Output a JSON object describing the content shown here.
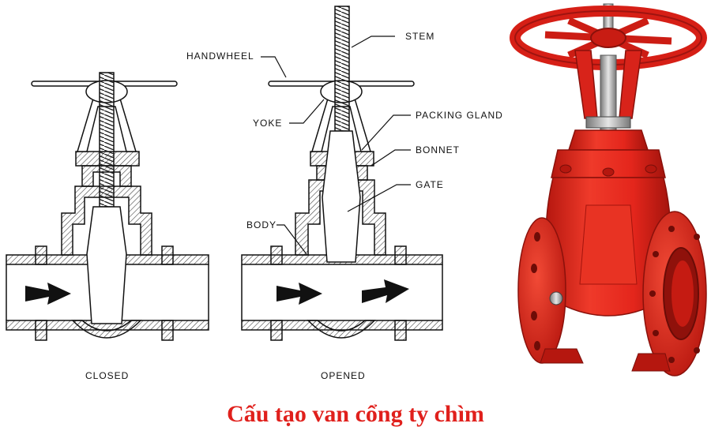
{
  "labels": {
    "stem": "STEM",
    "handwheel": "HANDWHEEL",
    "yoke": "YOKE",
    "packing_gland": "PACKING GLAND",
    "bonnet": "BONNET",
    "gate": "GATE",
    "body": "BODY"
  },
  "captions": {
    "closed": "CLOSED",
    "opened": "OPENED"
  },
  "title": "Cấu tạo van cổng ty chìm",
  "colors": {
    "title": "#e0201c",
    "valve_red": "#e4261c",
    "valve_dark": "#9e1410",
    "line": "#111111",
    "hatch": "#444444"
  },
  "icons": {
    "flow_arrow": "flow-arrow-icon"
  }
}
